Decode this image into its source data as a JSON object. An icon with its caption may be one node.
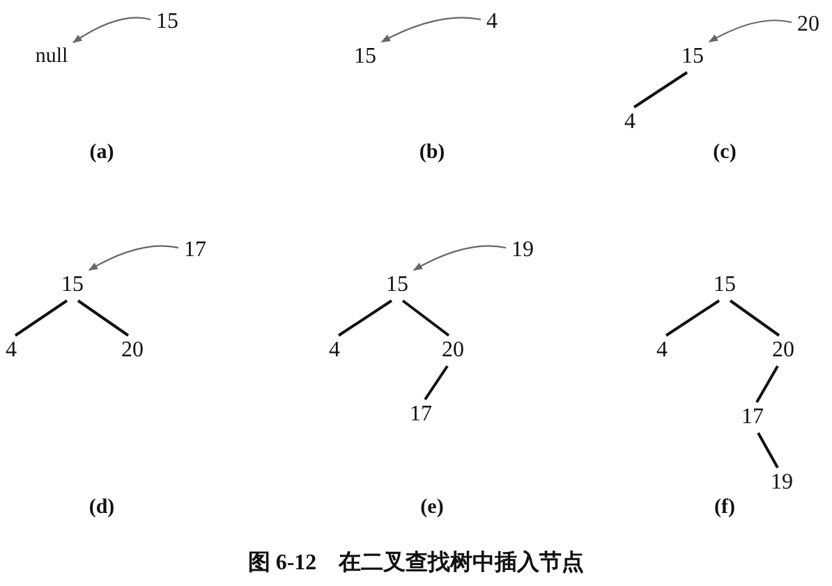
{
  "diagram": {
    "caption": "图 6-12　在二叉查找树中插入节点",
    "nodes": [
      {
        "text": [
          "null"
        ]
      },
      {
        "text": [
          "15"
        ]
      },
      {
        "text": [
          "15"
        ]
      },
      {
        "text": [
          "4"
        ]
      },
      {
        "text": [
          "20"
        ]
      },
      {
        "text": [
          "15"
        ]
      },
      {
        "text": [
          "4"
        ]
      },
      {
        "text": [
          "17"
        ]
      },
      {
        "text": [
          "15"
        ]
      },
      {
        "text": [
          "4"
        ]
      },
      {
        "text": [
          "20"
        ]
      },
      {
        "text": [
          "19"
        ]
      },
      {
        "text": [
          "15"
        ]
      },
      {
        "text": [
          "4"
        ]
      },
      {
        "text": [
          "20"
        ]
      },
      {
        "text": [
          "17"
        ]
      },
      {
        "text": [
          "15"
        ]
      },
      {
        "text": [
          "4"
        ]
      },
      {
        "text": [
          "20"
        ]
      },
      {
        "text": [
          "17"
        ]
      },
      {
        "text": [
          "19"
        ]
      }
    ],
    "edges": [
      {
        "from": 1,
        "to": 0,
        "arrow": "to",
        "color": "#666666"
      },
      {
        "from": 3,
        "to": 2,
        "arrow": "to",
        "color": "#666666"
      },
      {
        "from": 4,
        "to": 5,
        "arrow": "to",
        "color": "#666666"
      },
      {
        "from": 5,
        "to": 6,
        "arrow": "none"
      },
      {
        "from": 7,
        "to": 8,
        "arrow": "to",
        "color": "#666666"
      },
      {
        "from": 8,
        "to": 9,
        "arrow": "none"
      },
      {
        "from": 8,
        "to": 10,
        "arrow": "none"
      },
      {
        "from": 11,
        "to": 12,
        "arrow": "to",
        "color": "#666666"
      },
      {
        "from": 12,
        "to": 13,
        "arrow": "none"
      },
      {
        "from": 12,
        "to": 14,
        "arrow": "none"
      },
      {
        "from": 14,
        "to": 15,
        "arrow": "none"
      },
      {
        "from": 16,
        "to": 17,
        "arrow": "none"
      },
      {
        "from": 16,
        "to": 18,
        "arrow": "none"
      },
      {
        "from": 18,
        "to": 19,
        "arrow": "none"
      },
      {
        "from": 19,
        "to": 20,
        "arrow": "none"
      }
    ],
    "labels": [
      "(a)",
      "(b)",
      "(c)",
      "(d)",
      "(e)",
      "(f)"
    ]
  }
}
